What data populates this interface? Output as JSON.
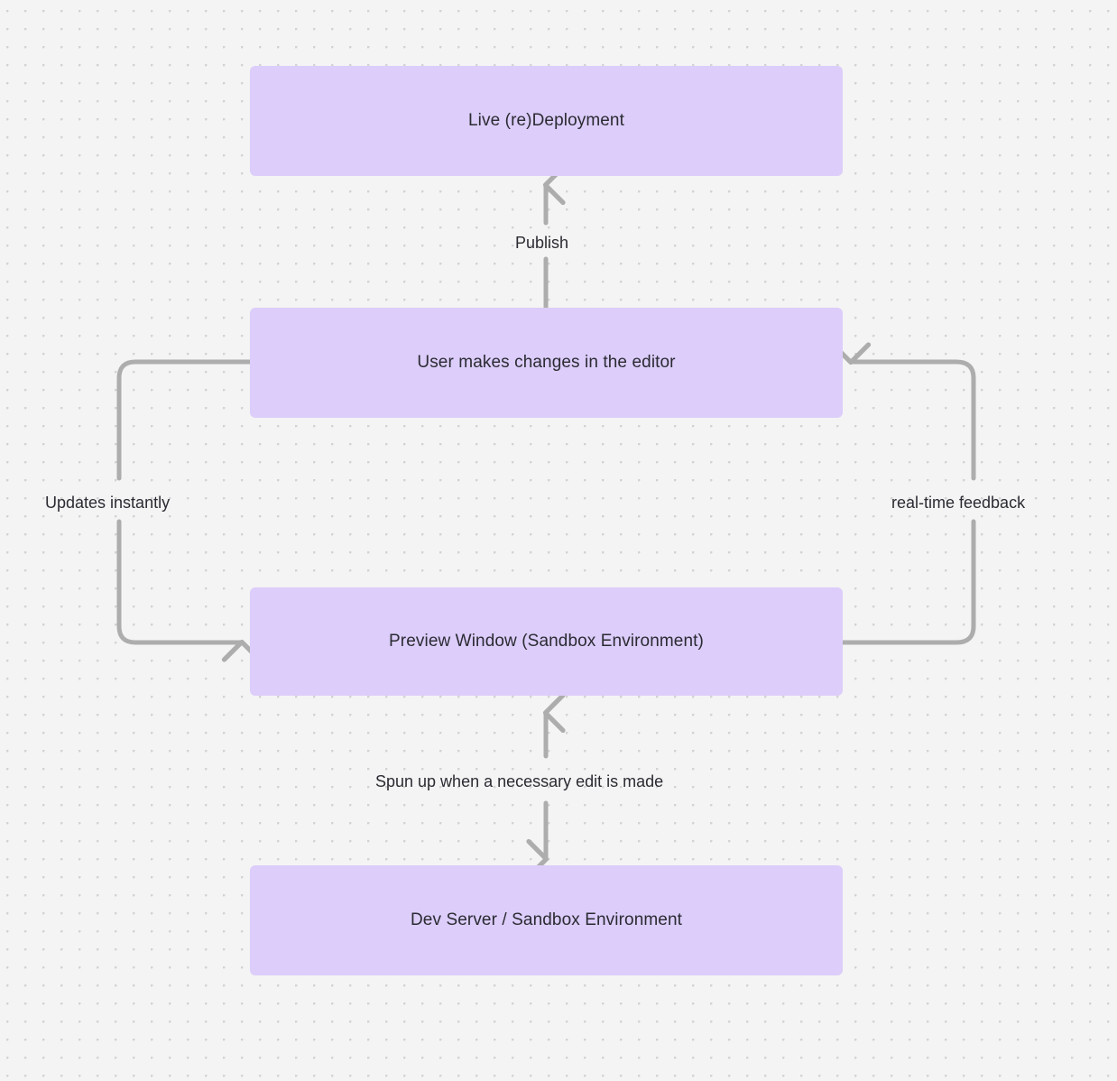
{
  "diagram": {
    "type": "flowchart",
    "background": "#f4f4f4",
    "grid": "dot-grid",
    "node_color": "#dccdfa",
    "edge_color": "#adadad",
    "text_color": "#2b2b33",
    "nodes": [
      {
        "id": "live",
        "label": "Live (re)Deployment"
      },
      {
        "id": "user",
        "label": "User makes changes in the editor"
      },
      {
        "id": "preview",
        "label": "Preview Window (Sandbox Environment)"
      },
      {
        "id": "dev",
        "label": "Dev Server / Sandbox Environment"
      }
    ],
    "edges": [
      {
        "id": "publish",
        "from": "user",
        "to": "live",
        "label": "Publish",
        "direction": "up"
      },
      {
        "id": "updates",
        "from": "user",
        "to": "preview",
        "label": "Updates instantly",
        "direction": "left-loop-down"
      },
      {
        "id": "realtime",
        "from": "preview",
        "to": "user",
        "label": "real-time feedback",
        "direction": "right-loop-up"
      },
      {
        "id": "spunup",
        "from": "preview",
        "to": "dev",
        "label": "Spun up when a necessary edit is made",
        "direction": "bidirectional"
      }
    ]
  }
}
